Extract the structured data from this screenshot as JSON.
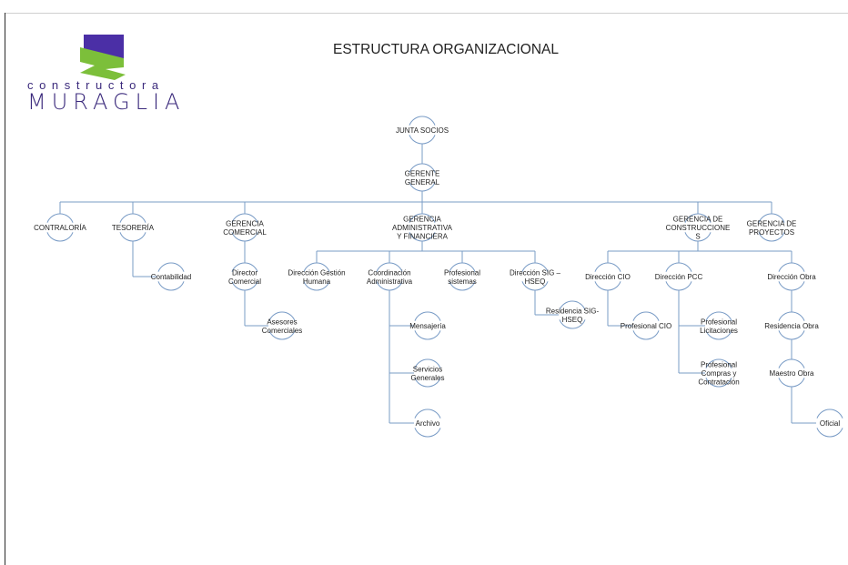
{
  "title": "ESTRUCTURA ORGANIZACIONAL",
  "logo": {
    "line1": "constructora",
    "line2": "MURAGLIA",
    "colors": {
      "purple": "#4b2fa6",
      "green": "#7cbf3a",
      "text": "#3b2a7c"
    }
  },
  "line_color": "#7a9cc6",
  "nodes": [
    {
      "id": "junta",
      "label": [
        "JUNTA SOCIOS"
      ]
    },
    {
      "id": "gerente",
      "label": [
        "GERENTE",
        "GENERAL"
      ]
    },
    {
      "id": "contraloria",
      "label": [
        "CONTRALORÍA"
      ]
    },
    {
      "id": "tesoreria",
      "label": [
        "TESORERÍA"
      ]
    },
    {
      "id": "contabilidad",
      "label": [
        "Contabilidad"
      ]
    },
    {
      "id": "gcomercial",
      "label": [
        "GERENCIA",
        "COMERCIAL"
      ]
    },
    {
      "id": "dcomercial",
      "label": [
        "Director",
        "Comercial"
      ]
    },
    {
      "id": "asesores",
      "label": [
        "Asesores",
        "Comerciales"
      ]
    },
    {
      "id": "gadmin",
      "label": [
        "GERENCIA",
        "ADMINISTRATIVA",
        "Y FINANCIERA"
      ]
    },
    {
      "id": "dgh",
      "label": [
        "Dirección Gestión",
        "Humana"
      ]
    },
    {
      "id": "coord",
      "label": [
        "Coordinación",
        "Administrativa"
      ]
    },
    {
      "id": "mensajeria",
      "label": [
        "Mensajería"
      ]
    },
    {
      "id": "servicios",
      "label": [
        "Servicios",
        "Generales"
      ]
    },
    {
      "id": "archivo",
      "label": [
        "Archivo"
      ]
    },
    {
      "id": "profsis",
      "label": [
        "Profesional",
        "sistemas"
      ]
    },
    {
      "id": "dsig",
      "label": [
        "Dirección SIG –",
        "HSEQ"
      ]
    },
    {
      "id": "rsig",
      "label": [
        "Residencia SIG-",
        "HSEQ"
      ]
    },
    {
      "id": "gcons",
      "label": [
        "GERENCIA DE",
        "CONSTRUCCIONE",
        "S"
      ]
    },
    {
      "id": "dcio",
      "label": [
        "Dirección CIO"
      ]
    },
    {
      "id": "pcio",
      "label": [
        "Profesional CIO"
      ]
    },
    {
      "id": "dpcc",
      "label": [
        "Dirección PCC"
      ]
    },
    {
      "id": "plic",
      "label": [
        "Profesional",
        "Licitaciones"
      ]
    },
    {
      "id": "pcomp",
      "label": [
        "Profesional",
        "Compras y",
        "Contratación"
      ]
    },
    {
      "id": "gproy",
      "label": [
        "GERENCIA DE",
        "PROYECTOS"
      ]
    },
    {
      "id": "dobra",
      "label": [
        "Dirección Obra"
      ]
    },
    {
      "id": "robra",
      "label": [
        "Residencia Obra"
      ]
    },
    {
      "id": "mobra",
      "label": [
        "Maestro Obra"
      ]
    },
    {
      "id": "oficial",
      "label": [
        "Oficial"
      ]
    }
  ],
  "edges": [
    [
      "junta",
      "gerente"
    ],
    [
      "gerente",
      "contraloria"
    ],
    [
      "gerente",
      "tesoreria"
    ],
    [
      "gerente",
      "gcomercial"
    ],
    [
      "gerente",
      "gadmin"
    ],
    [
      "gerente",
      "gcons"
    ],
    [
      "gerente",
      "gproy"
    ],
    [
      "tesoreria",
      "contabilidad"
    ],
    [
      "gcomercial",
      "dcomercial"
    ],
    [
      "dcomercial",
      "asesores"
    ],
    [
      "gadmin",
      "dgh"
    ],
    [
      "gadmin",
      "coord"
    ],
    [
      "gadmin",
      "profsis"
    ],
    [
      "gadmin",
      "dsig"
    ],
    [
      "coord",
      "mensajeria"
    ],
    [
      "coord",
      "servicios"
    ],
    [
      "coord",
      "archivo"
    ],
    [
      "dsig",
      "rsig"
    ],
    [
      "gcons",
      "dcio"
    ],
    [
      "gcons",
      "dpcc"
    ],
    [
      "gcons",
      "dobra"
    ],
    [
      "dcio",
      "pcio"
    ],
    [
      "dpcc",
      "plic"
    ],
    [
      "dpcc",
      "pcomp"
    ],
    [
      "dobra",
      "robra"
    ],
    [
      "robra",
      "mobra"
    ],
    [
      "mobra",
      "oficial"
    ]
  ]
}
